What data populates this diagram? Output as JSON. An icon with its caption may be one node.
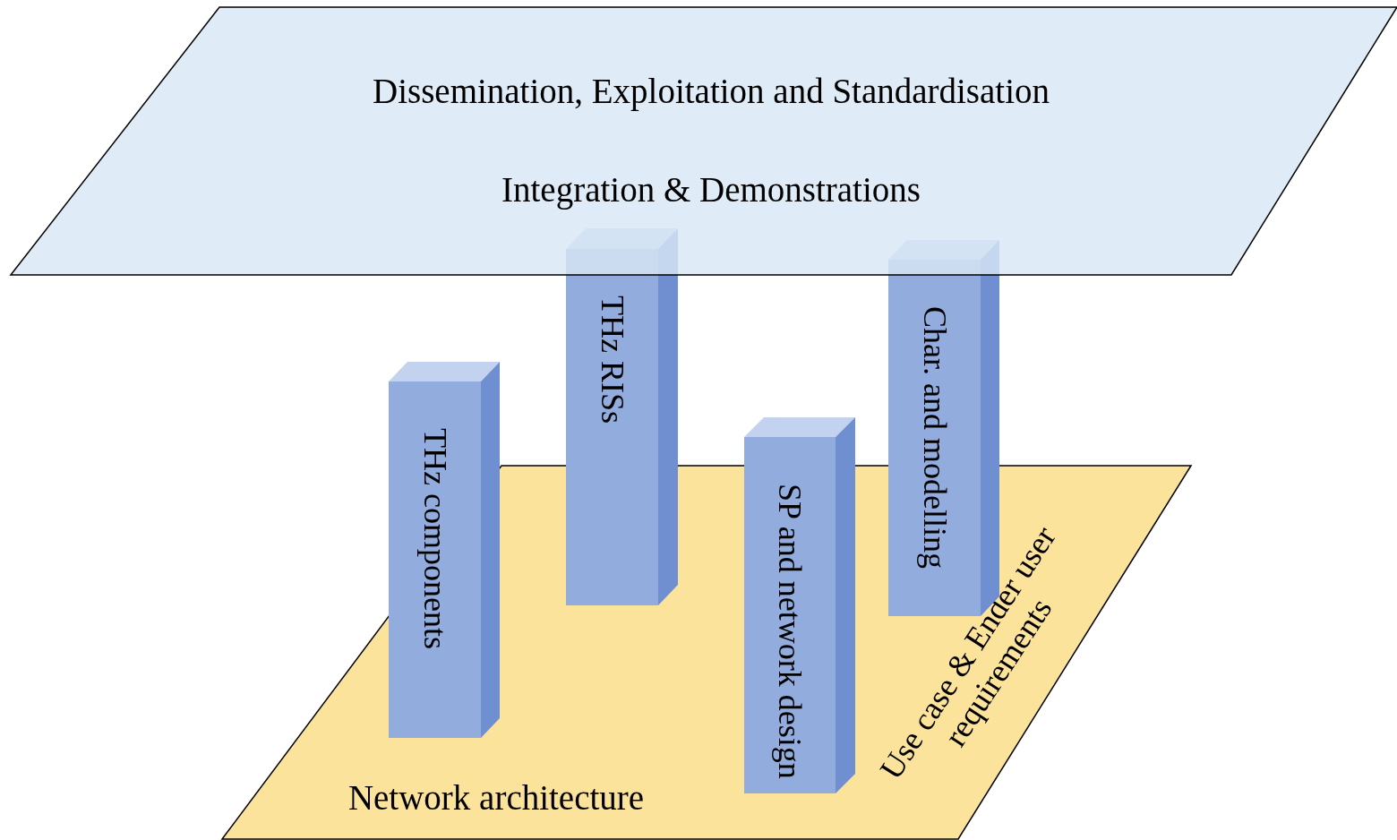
{
  "diagram": {
    "nodes": [
      {
        "text": [
          "Dissemination, Exploitation and Standardisation",
          "Integration & Demonstrations"
        ]
      },
      {
        "text": [
          "Network architecture",
          "Use case & Ender user requirements"
        ]
      },
      {
        "text": [
          "THz components"
        ]
      },
      {
        "text": [
          "THz RISs"
        ]
      },
      {
        "text": [
          "SP and network design"
        ]
      },
      {
        "text": [
          "Char. and modelling"
        ]
      }
    ]
  }
}
